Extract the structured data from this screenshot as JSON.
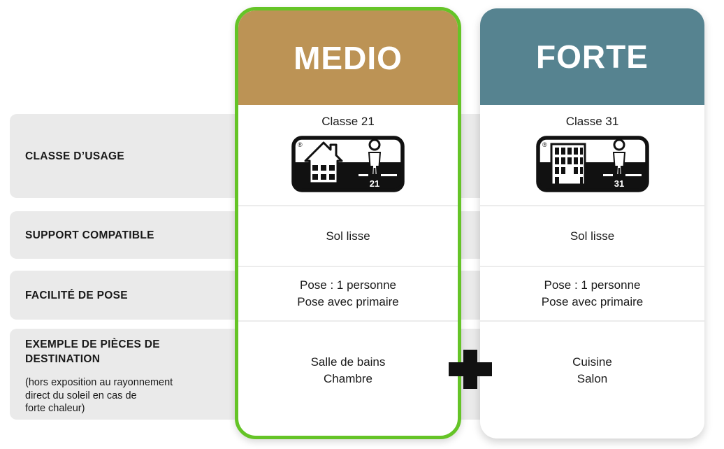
{
  "page": {
    "background": "#FFFFFF"
  },
  "rows": [
    {
      "label": "CLASSE D’USAGE"
    },
    {
      "label": "SUPPORT COMPATIBLE"
    },
    {
      "label": "FACILITÉ DE POSE"
    },
    {
      "label": "EXEMPLE DE PIÈCES DE DESTINATION",
      "note": "(hors exposition au rayonnement\ndirect du soleil en cas de\nforte chaleur)"
    }
  ],
  "columns": [
    {
      "name": "MEDIO",
      "header_color": "#BC9355",
      "highlighted": true,
      "highlight_color": "#65C427",
      "pictogram": "house-person-pictogram",
      "registered_mark": "®",
      "cells": {
        "classe": "Classe 21",
        "classe_number": "21",
        "support": "Sol lisse",
        "pose": "Pose : 1 personne\nPose avec primaire",
        "rooms": "Salle de bains\nChambre"
      }
    },
    {
      "name": "FORTE",
      "header_color": "#568390",
      "highlighted": false,
      "pictogram": "building-person-pictogram",
      "registered_mark": "®",
      "cells": {
        "classe": "Classe 31",
        "classe_number": "31",
        "support": "Sol lisse",
        "pose": "Pose : 1 personne\nPose avec primaire",
        "rooms": "Cuisine\nSalon"
      }
    }
  ],
  "separator": {
    "icon": "plus-icon"
  },
  "colors": {
    "row_band": "#EAEAEA",
    "divider": "#ECECEC",
    "text": "#1A1A1A",
    "plus": "#111111"
  }
}
